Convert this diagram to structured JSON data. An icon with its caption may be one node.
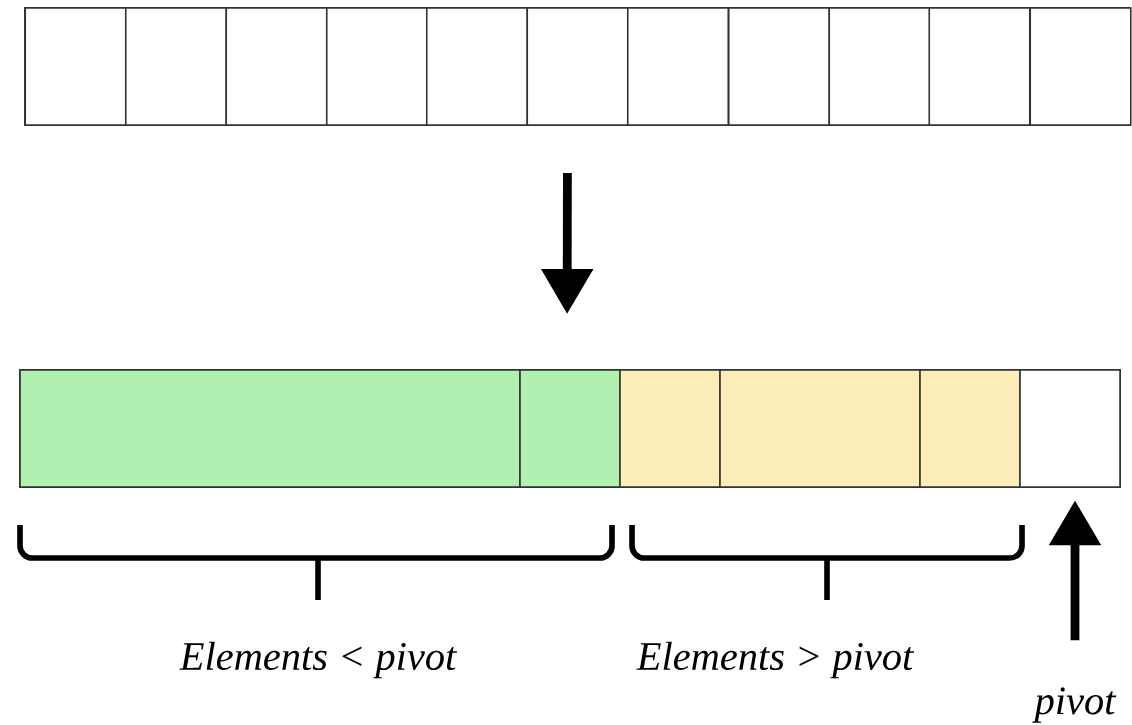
{
  "diagram": {
    "nodes": [
      {
        "text": [],
        "shape": "bar"
      },
      {
        "text": [],
        "shape": "box",
        "in": 0
      },
      {
        "text": [],
        "shape": "box",
        "in": 0
      },
      {
        "text": [],
        "shape": "box",
        "in": 0
      },
      {
        "text": [],
        "shape": "box",
        "in": 0
      },
      {
        "text": [],
        "shape": "box",
        "in": 0
      },
      {
        "text": [],
        "shape": "box",
        "in": 0
      },
      {
        "text": [],
        "shape": "box",
        "in": 0
      },
      {
        "text": [],
        "shape": "box",
        "in": 0
      },
      {
        "text": [],
        "shape": "box",
        "in": 0
      },
      {
        "text": [],
        "shape": "box",
        "in": 0
      },
      {
        "text": [],
        "shape": "box",
        "in": 0
      },
      {
        "text": [],
        "shape": "bar"
      },
      {
        "text": [],
        "shape": "box",
        "in": 12
      },
      {
        "text": [],
        "shape": "box",
        "in": 12
      },
      {
        "text": [],
        "shape": "box",
        "in": 12
      },
      {
        "text": [],
        "shape": "box",
        "in": 12
      },
      {
        "text": [],
        "shape": "box",
        "in": 12
      },
      {
        "text": [],
        "shape": "box",
        "in": 12
      },
      {
        "text": [
          "pivot"
        ]
      }
    ],
    "edges": [
      {
        "from": 0,
        "to": 12,
        "arrow": "to"
      },
      {
        "from": 19,
        "to": 18,
        "arrow": "to"
      }
    ],
    "labels": [
      "Elements < pivot",
      "Elements > pivot"
    ]
  }
}
